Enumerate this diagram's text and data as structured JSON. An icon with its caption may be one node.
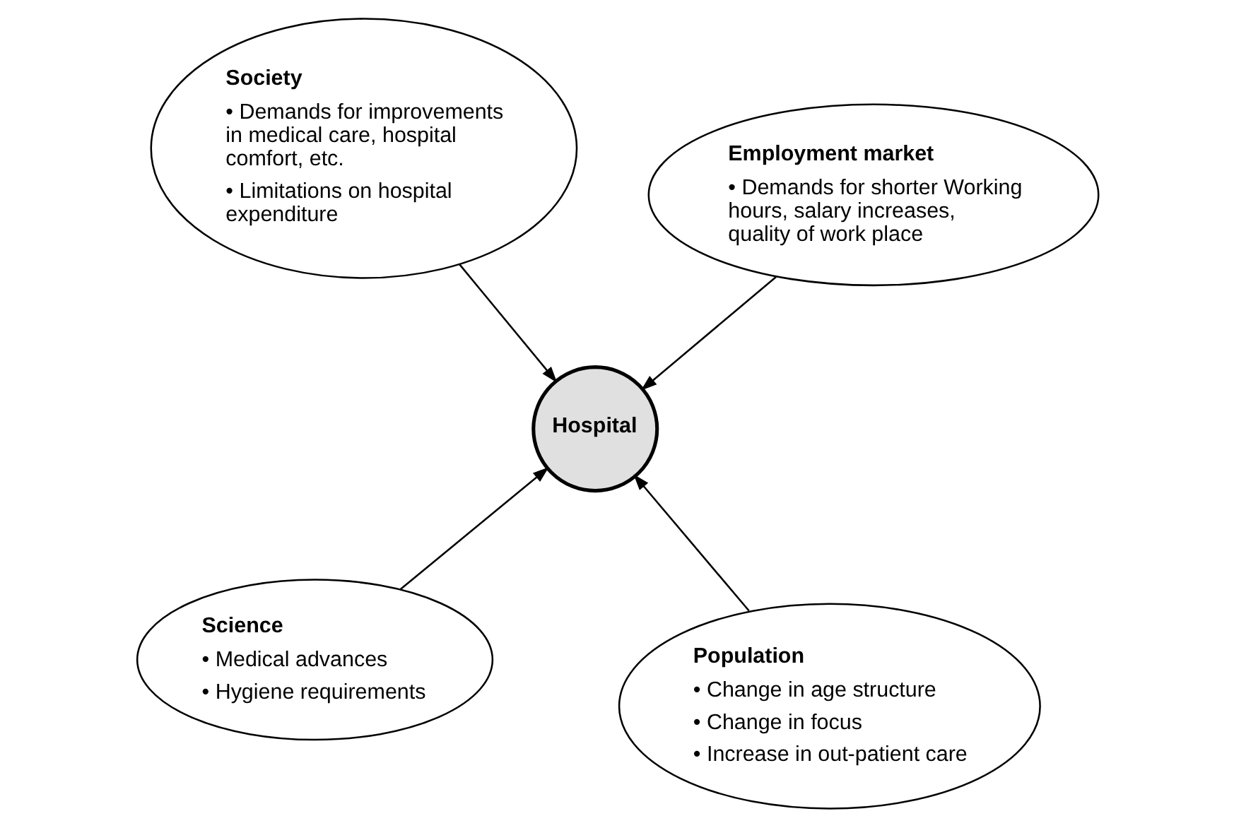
{
  "diagram": {
    "nodes": [
      {
        "text": [
          "Science",
          "• Medical advances",
          "• Hygiene requirements"
        ]
      },
      {
        "text": [
          "Population",
          "• Change in age structure",
          "• Change in focus",
          "• Increase in out-patient care"
        ]
      },
      {
        "text": [
          "Hospital"
        ]
      },
      {
        "text": [
          "Society",
          "• Demands for improvements in medical care, hospital comfort, etc.",
          "• Limitations on hospital expenditure"
        ]
      },
      {
        "text": [
          "Employment market",
          "• Demands for shorter Working hours, salary increases, quality of work place"
        ]
      }
    ],
    "edges": [
      {
        "from": 0,
        "to": 2,
        "arrow": "to"
      },
      {
        "from": 1,
        "to": 2,
        "arrow": "to"
      },
      {
        "from": 3,
        "to": 2,
        "arrow": "to"
      },
      {
        "from": 4,
        "to": 2,
        "arrow": "to"
      }
    ]
  }
}
